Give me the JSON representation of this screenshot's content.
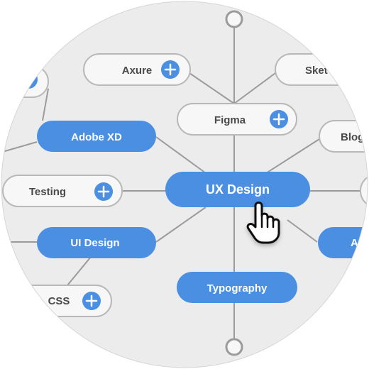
{
  "mindmap": {
    "center": {
      "label": "UX Design"
    },
    "nodes": [
      {
        "id": "axure",
        "label": "Axure",
        "style": "outline",
        "has_add": true
      },
      {
        "id": "sketch",
        "label": "Sket",
        "style": "outline",
        "has_add": false
      },
      {
        "id": "figma",
        "label": "Figma",
        "style": "outline",
        "has_add": true
      },
      {
        "id": "adobe-xd",
        "label": "Adobe XD",
        "style": "filled",
        "has_add": false
      },
      {
        "id": "blog",
        "label": "Blog",
        "style": "outline",
        "has_add": false
      },
      {
        "id": "testing",
        "label": "Testing",
        "style": "outline",
        "has_add": true
      },
      {
        "id": "ui-design",
        "label": "UI Design",
        "style": "filled",
        "has_add": false
      },
      {
        "id": "a-right",
        "label": "A",
        "style": "filled",
        "has_add": false
      },
      {
        "id": "typography",
        "label": "Typography",
        "style": "filled",
        "has_add": false
      },
      {
        "id": "css",
        "label": "CSS",
        "style": "outline",
        "has_add": true
      }
    ],
    "icons": [
      "plus-icon",
      "pointer-hand-icon"
    ]
  },
  "colors": {
    "canvas_bg": "#ececec",
    "accent": "#4a8fe2",
    "node_bg": "#f7f7f7",
    "node_border": "#b8b8b8",
    "connector": "#9b9b9b",
    "node_text_dark": "#4a4a4a",
    "node_text_light": "#ffffff"
  }
}
